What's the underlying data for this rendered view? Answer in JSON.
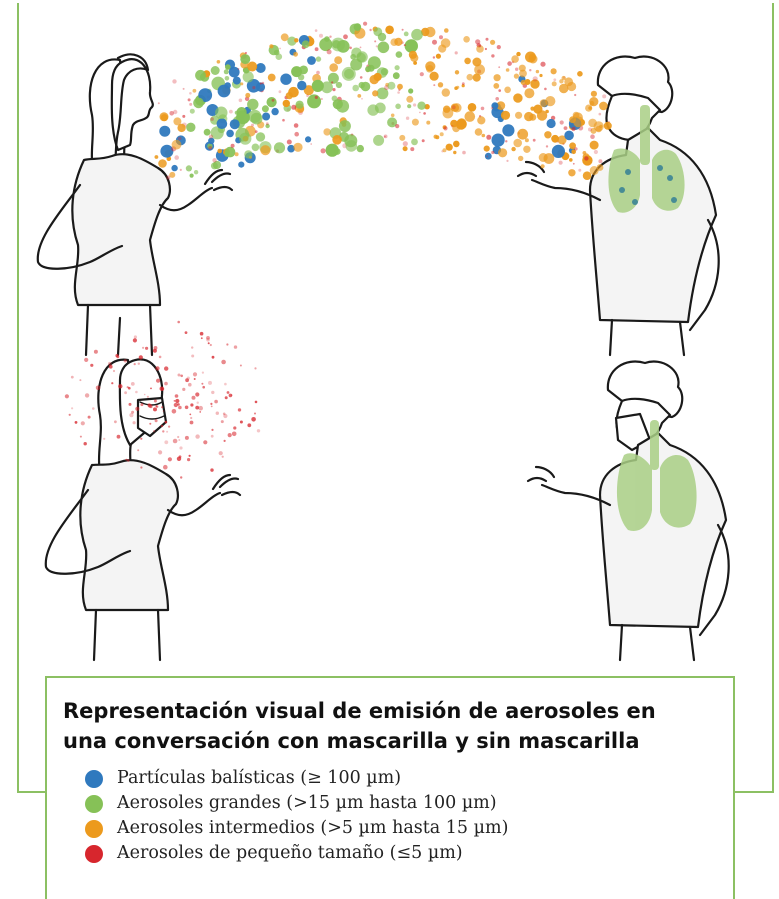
{
  "title": "Representación visual de emisión de aerosoles en una conversación con mascarilla y sin mascarilla",
  "title_lines": [
    "Representación visual de emisión de aerosoles en",
    "una conversación con mascarilla y sin mascarilla"
  ],
  "legend": [
    {
      "label": "Partículas balísticas (≥ 100 µm)",
      "color": "#2f79be"
    },
    {
      "label": "Aerosoles grandes (>15 µm hasta 100 µm)",
      "color": "#86c157"
    },
    {
      "label": "Aerosoles intermedios (>5 µm hasta 15 µm)",
      "color": "#ec9a1d"
    },
    {
      "label": "Aerosoles de pequeño tamaño (≤5 µm)",
      "color": "#d7262d"
    }
  ],
  "colors": {
    "frame": "#8cc063",
    "lungs": "#a9cf85",
    "skin_fill": "#f4f4f4",
    "outline": "#1a1a1a"
  },
  "scenes": [
    {
      "name": "sin-mascarilla",
      "masks": false
    },
    {
      "name": "con-mascarilla",
      "masks": true
    }
  ]
}
